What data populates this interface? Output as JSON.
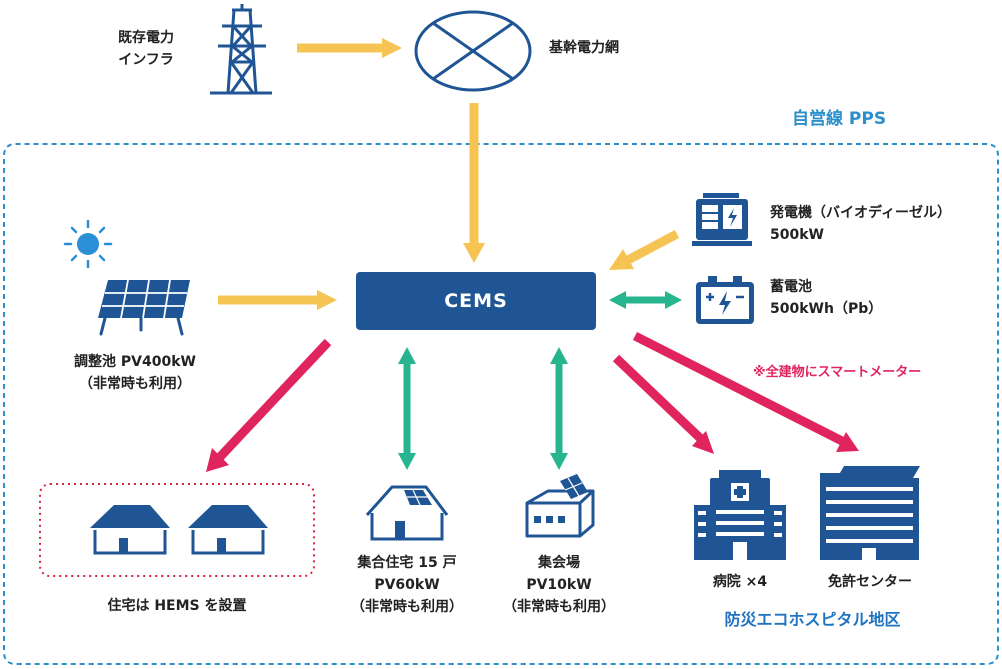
{
  "colors": {
    "navy": "#1f5594",
    "arrow_yellow": "#f5c453",
    "arrow_red": "#e0245e",
    "arrow_green": "#27b58f",
    "dash_blue": "#2b8fcc",
    "dot_red": "#d9263f",
    "sun": "#2a8fd6"
  },
  "labels": {
    "existing_infra_1": "既存電力",
    "existing_infra_2": "インフラ",
    "grid": "基幹電力網",
    "pps": "自営線 PPS",
    "cems": "CEMS",
    "generator_1": "発電機（バイオディーゼル）",
    "generator_2": "500kW",
    "battery_1": "蓄電池",
    "battery_2": "500kWh（Pb）",
    "solar_1": "調整池 PV400kW",
    "solar_2": "（非常時も利用）",
    "smart_meter": "※全建物にスマートメーター",
    "houses": "住宅は HEMS を設置",
    "apartment_1": "集合住宅 15 戸",
    "apartment_2": "PV60kW",
    "apartment_3": "（非常時も利用）",
    "hall_1": "集会場",
    "hall_2": "PV10kW",
    "hall_3": "（非常時も利用）",
    "hospital": "病院 ×4",
    "license_center": "免許センター",
    "district": "防災エコホスピタル地区"
  }
}
